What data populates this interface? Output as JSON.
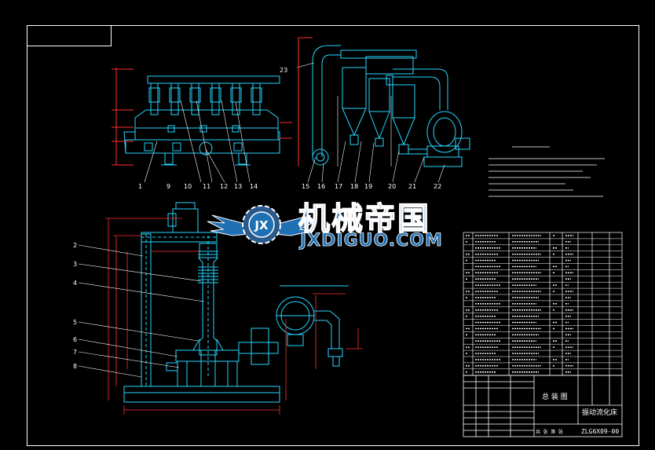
{
  "watermark": {
    "cn_text": "机械帝国",
    "en_text": "JXDIGUO.COM",
    "logo_text": "JX"
  },
  "callouts_top": [
    "1",
    "9",
    "10",
    "11",
    "12",
    "13",
    "14",
    "15",
    "16",
    "17",
    "18",
    "19",
    "20",
    "21",
    "22"
  ],
  "callouts_left": [
    "2",
    "3",
    "4",
    "5",
    "6",
    "7",
    "8"
  ],
  "callout_top_right": "23",
  "title_block": {
    "assembly_label": "总 装 图",
    "product_name": "振动流化床",
    "drawing_number": "ZLG6X09-00",
    "footer_label": "共 张 第 张"
  },
  "colors": {
    "outline": "#ffffff",
    "equipment": "#26d6ff",
    "dimension": "#ff3030",
    "leader": "#ffffff",
    "accent": "#ffff40",
    "watermark_fill": "#1f6fb3"
  }
}
